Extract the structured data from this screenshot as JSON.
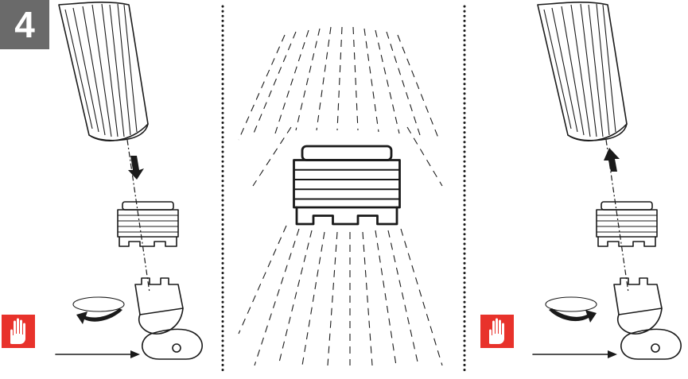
{
  "step": {
    "number": "4",
    "badge_color": "#6a6a6a"
  },
  "panels": [
    {
      "id": "remove",
      "arrow": "down",
      "rotation": "counter-clockwise"
    },
    {
      "id": "flush"
    },
    {
      "id": "install",
      "arrow": "up",
      "rotation": "clockwise"
    }
  ],
  "icons": {
    "warning_hand": "hand-stop-icon",
    "accent": "#e8322b"
  },
  "colors": {
    "line": "#1a1a1a",
    "background": "#ffffff"
  }
}
